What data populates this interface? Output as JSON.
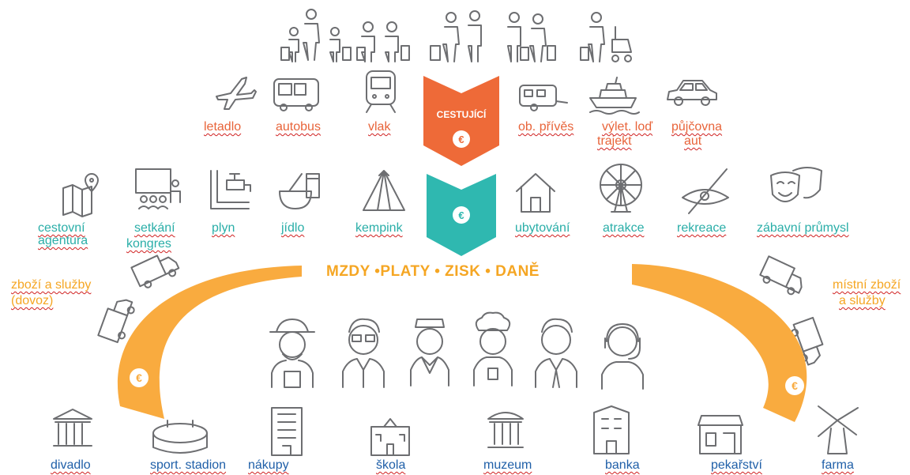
{
  "chevrons": {
    "top_label": "CESTUJÍCÍ",
    "top_color": "#ee6a38",
    "bottom_color": "#2fb8b0",
    "currency_symbol": "€"
  },
  "center_text": "MZDY •PLATY • ZISK • DANĚ",
  "arc_color": "#f9ab3f",
  "icon_color": "#6d6e71",
  "transport": [
    {
      "label": "letadlo",
      "icon": "airplane-icon"
    },
    {
      "label": "autobus",
      "icon": "bus-icon"
    },
    {
      "label": "vlak",
      "icon": "train-icon"
    },
    {
      "label": "ob. přívěs",
      "icon": "caravan-icon"
    },
    {
      "label": "výlet. loď",
      "label2": "trajekt",
      "icon": "ship-icon"
    },
    {
      "label": "půjčovna",
      "label2": "aut",
      "icon": "car-icon"
    }
  ],
  "services": [
    {
      "label": "cestovní",
      "label2": "agentura",
      "icon": "map-pin-icon"
    },
    {
      "label": "setkání",
      "label2": "kongres",
      "icon": "conference-icon"
    },
    {
      "label": "plyn",
      "icon": "faucet-icon"
    },
    {
      "label": "jídlo",
      "icon": "food-bowl-icon"
    },
    {
      "label": "kempink",
      "icon": "tent-icon"
    },
    {
      "label": "ubytování",
      "icon": "house-icon"
    },
    {
      "label": "atrakce",
      "icon": "ferris-wheel-icon"
    },
    {
      "label": "rekreace",
      "icon": "kayak-icon"
    },
    {
      "label": "zábavní průmysl",
      "icon": "theater-masks-icon"
    }
  ],
  "side_labels": {
    "left": "zboží a služby",
    "left2": "(dovoz)",
    "right": "místní zboží",
    "right2": "a služby"
  },
  "workers": [
    {
      "icon": "farmer-icon"
    },
    {
      "icon": "businessman-glasses-icon"
    },
    {
      "icon": "sailor-icon"
    },
    {
      "icon": "chef-icon"
    },
    {
      "icon": "businessman-icon"
    },
    {
      "icon": "operator-headset-icon"
    }
  ],
  "places": [
    {
      "label": "divadlo",
      "icon": "theater-building-icon"
    },
    {
      "label": "sport. stadion",
      "icon": "stadium-icon"
    },
    {
      "label": "nákupy",
      "icon": "shopping-building-icon"
    },
    {
      "label": "škola",
      "icon": "school-icon"
    },
    {
      "label": "muzeum",
      "icon": "museum-icon"
    },
    {
      "label": "banka",
      "icon": "bank-icon"
    },
    {
      "label": "pekařství",
      "icon": "bakery-icon"
    },
    {
      "label": "farma",
      "icon": "windmill-icon"
    }
  ]
}
